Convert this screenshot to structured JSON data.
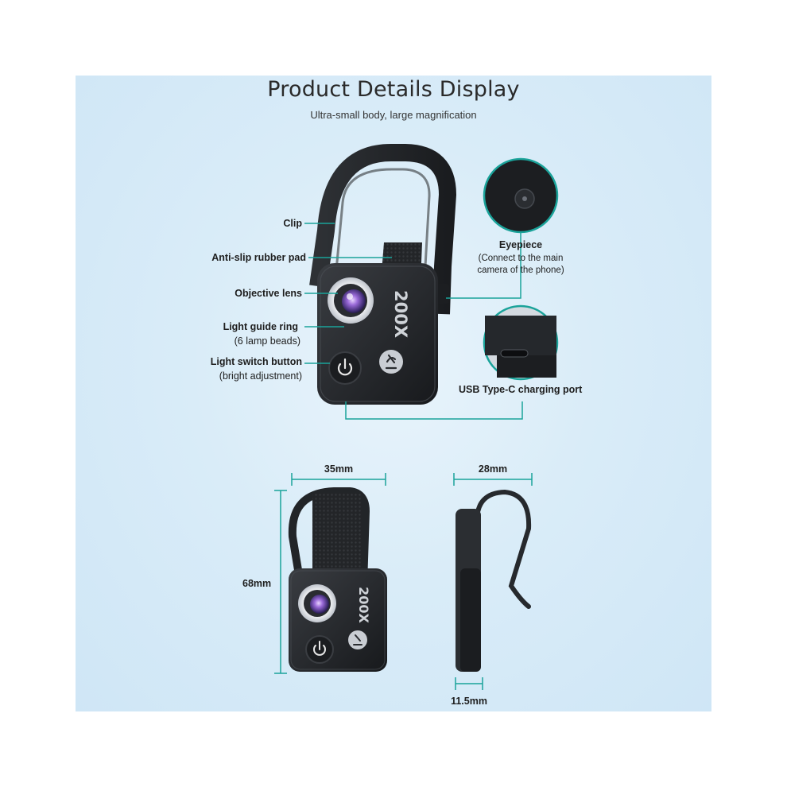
{
  "header": {
    "title": "Product Details Display",
    "subtitle": "Ultra-small body, large magnification"
  },
  "callouts": {
    "clip": "Clip",
    "pad": "Anti-slip rubber pad",
    "objective": "Objective lens",
    "ring_title": "Light guide ring",
    "ring_note": "(6 lamp beads)",
    "switch_title": "Light switch button",
    "switch_note": "(bright adjustment)",
    "eyepiece_title": "Eyepiece",
    "eyepiece_note1": "(Connect to the main",
    "eyepiece_note2": "camera of the phone)",
    "usb": "USB Type-C charging port"
  },
  "device": {
    "badge_top": "200X",
    "badge_bottom": "200X"
  },
  "dimensions": {
    "width": "35mm",
    "height": "68mm",
    "depth": "28mm",
    "thickness": "11.5mm"
  },
  "colors": {
    "background": "#d9ecf8",
    "accent": "#1aa39a",
    "device": "#222528"
  }
}
